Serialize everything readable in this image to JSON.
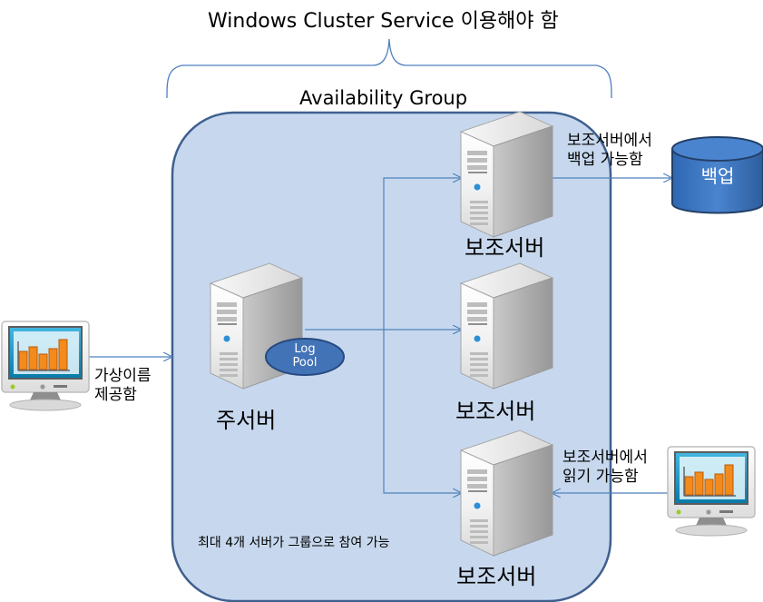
{
  "diagram": {
    "title": "Windows Cluster Service 이용해야 함",
    "availability_group": {
      "label": "Availability Group"
    },
    "primary_server": {
      "label": "주서버",
      "log_pool_label": "Log\nPool"
    },
    "secondary_servers": [
      {
        "label": "보조서버"
      },
      {
        "label": "보조서버"
      },
      {
        "label": "보조서버"
      }
    ],
    "left_client": {
      "label": "가상이름\n제공함"
    },
    "backup": {
      "note": "보조서버에서\n백업 가능함",
      "label": "백업"
    },
    "read_access": {
      "note": "보조서버에서\n읽기 가능함"
    },
    "footer_note": "최대 4개 서버가 그룹으로 참여 가능"
  },
  "colors": {
    "availability_group_fill": "#c7d8ee",
    "availability_group_border": "#3f5f8e",
    "connector": "#4f81bd",
    "backup_fill": "#3f74bd",
    "backup_border": "#233f67",
    "log_pool_fill": "#4373b7",
    "log_pool_border": "#264a80",
    "server_light": "#f6f6f6",
    "server_mid": "#d8d8d8",
    "server_dark": "#9d9d9d",
    "monitor_frame": "#f6f6f6",
    "monitor_screen": "#0f8dbd",
    "chart_fill": "#f28b1c"
  },
  "icons": [
    "server-icon",
    "database-icon",
    "monitor-chart-icon",
    "curly-bracket-icon"
  ]
}
